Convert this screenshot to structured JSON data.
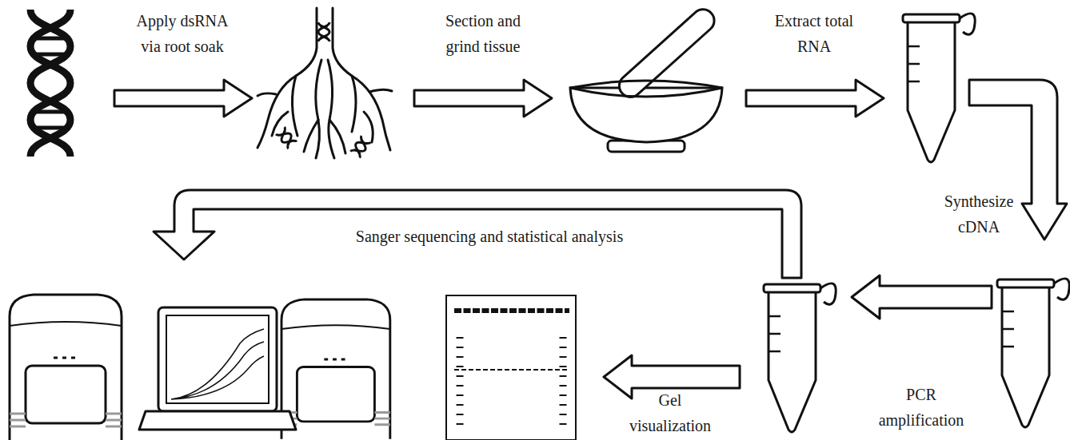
{
  "diagram": {
    "labels": [
      "Apply dsRNA via root soak",
      "Section and grind tissue",
      "Extract total RNA",
      "Synthesize cDNA",
      "PCR amplification",
      "Gel visualization",
      "Sanger sequencing and statistical analysis"
    ]
  }
}
